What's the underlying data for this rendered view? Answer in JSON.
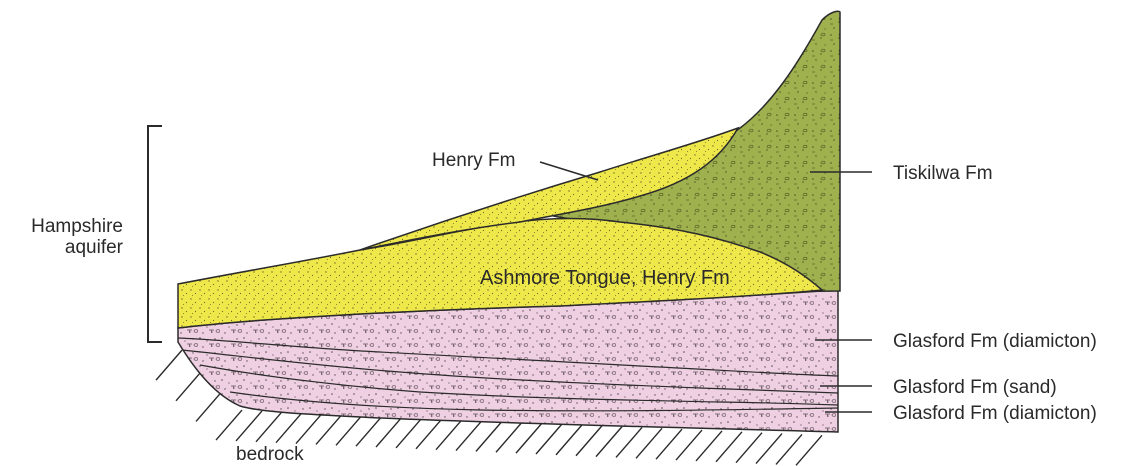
{
  "labels": {
    "aquifer_line1": "Hampshire",
    "aquifer_line2": "aquifer",
    "henry": "Henry Fm",
    "ashmore": "Ashmore Tongue, Henry Fm",
    "tiskilwa": "Tiskilwa Fm",
    "glasford_diamicton_upper": "Glasford Fm (diamicton)",
    "glasford_sand": "Glasford Fm (sand)",
    "glasford_diamicton_lower": "Glasford Fm (diamicton)",
    "bedrock": "bedrock"
  },
  "colors": {
    "henry_yellow": "#efe84a",
    "tiskilwa_green": "#9fb04e",
    "glasford_pink": "#efd0e2",
    "line": "#2b2b2b"
  }
}
